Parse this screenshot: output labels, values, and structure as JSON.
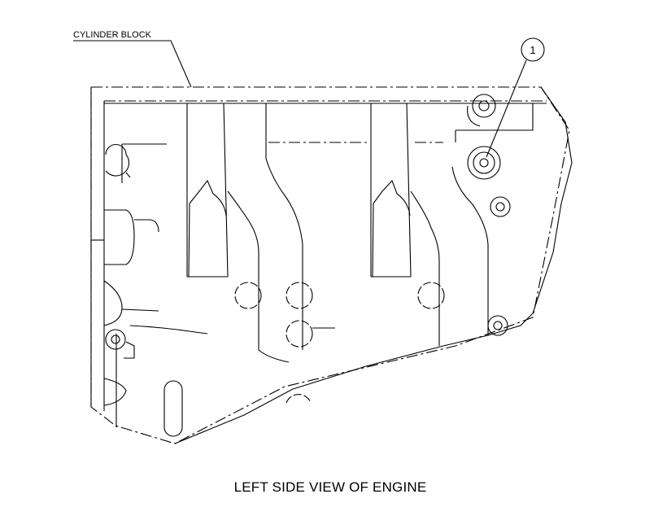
{
  "diagram": {
    "callout_label": "CYLINDER BLOCK",
    "callout_number": "1",
    "caption": "LEFT SIDE VIEW OF ENGINE"
  }
}
